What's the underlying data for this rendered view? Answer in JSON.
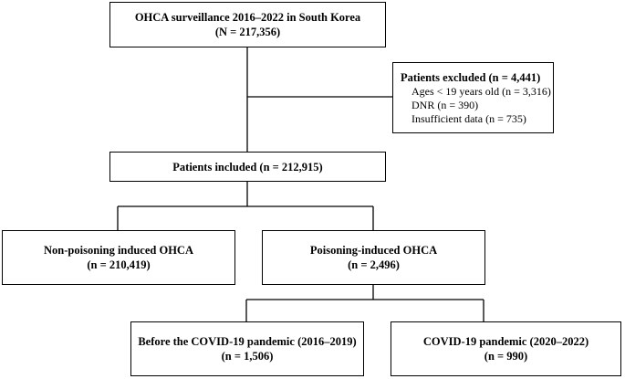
{
  "surveillance": {
    "line1": "OHCA surveillance 2016–2022 in South Korea",
    "line2": "(N = 217,356)"
  },
  "excluded": {
    "title": "Patients excluded (n = 4,441)",
    "items": [
      "Ages < 19 years old (n = 3,316)",
      "DNR (n = 390)",
      "Insufficient data (n = 735)"
    ]
  },
  "included": {
    "label": "Patients included (n = 212,915)"
  },
  "non_poisoning": {
    "line1": "Non-poisoning induced OHCA",
    "line2": "(n = 210,419)"
  },
  "poisoning": {
    "line1": "Poisoning-induced OHCA",
    "line2": "(n = 2,496)"
  },
  "before_covid": {
    "line1": "Before the COVID-19 pandemic (2016–2019)",
    "line2": "(n = 1,506)"
  },
  "covid": {
    "line1": "COVID-19 pandemic (2020–2022)",
    "line2": "(n = 990)"
  }
}
